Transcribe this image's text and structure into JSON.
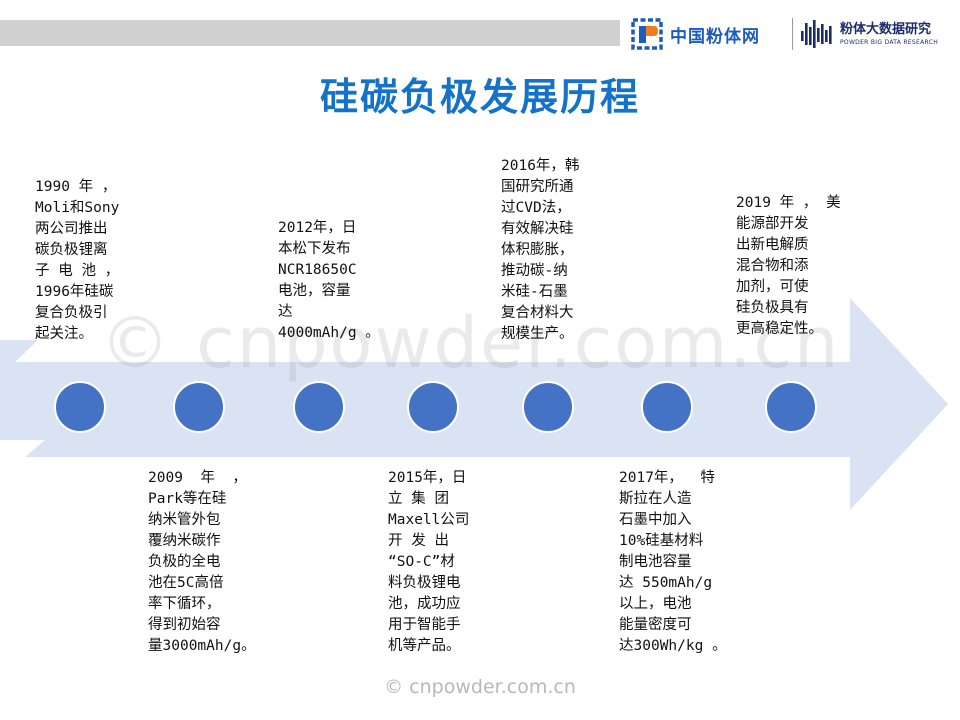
{
  "header": {
    "logo_cn_powder": "中国粉体网",
    "logo_bigdata_cn": "粉体大数据研究",
    "logo_bigdata_en": "POWDER BIG DATA RESEARCH"
  },
  "title": "硅碳负极发展历程",
  "timeline": {
    "events": [
      {
        "text": "1990 年 ，\nMoli和Sony\n两公司推出\n碳负极锂离\n子 电 池 ，\n1996年硅碳\n复合负极引\n起关注。"
      },
      {
        "text": "2009  年  ，\nPark等在硅\n纳米管外包\n覆纳米碳作\n负极的全电\n池在5C高倍\n率下循环，\n得到初始容\n量3000mAh/g。"
      },
      {
        "text": "2012年，日\n本松下发布\nNCR18650C\n电池，容量\n达\n4000mAh/g 。"
      },
      {
        "text": "2015年，日\n立 集 团\nMaxell公司\n开 发 出\n“SO-C”材\n料负极锂电\n池，成功应\n用于智能手\n机等产品。"
      },
      {
        "text": "2016年，韩\n国研究所通\n过CVD法，\n有效解决硅\n体积膨胀，\n推动碳-纳\n米硅-石墨\n复合材料大\n规模生产。"
      },
      {
        "text": "2017年，  特\n斯拉在人造\n石墨中加入\n10%硅基材料\n制电池容量\n达 550mAh/g\n以上，电池\n能量密度可\n达300Wh/kg 。"
      },
      {
        "text": "2019 年 ， 美\n能源部开发\n出新电解质\n混合物和添\n加剂，可使\n硅负极具有\n更高稳定性。"
      }
    ]
  },
  "watermark": "© cnpowder.com.cn",
  "footer": "© cnpowder.com.cn",
  "colors": {
    "title": "#1473c8",
    "arrow": "#dae3f3",
    "dot": "#4472c4",
    "header_bar": "#d0d0d0"
  }
}
